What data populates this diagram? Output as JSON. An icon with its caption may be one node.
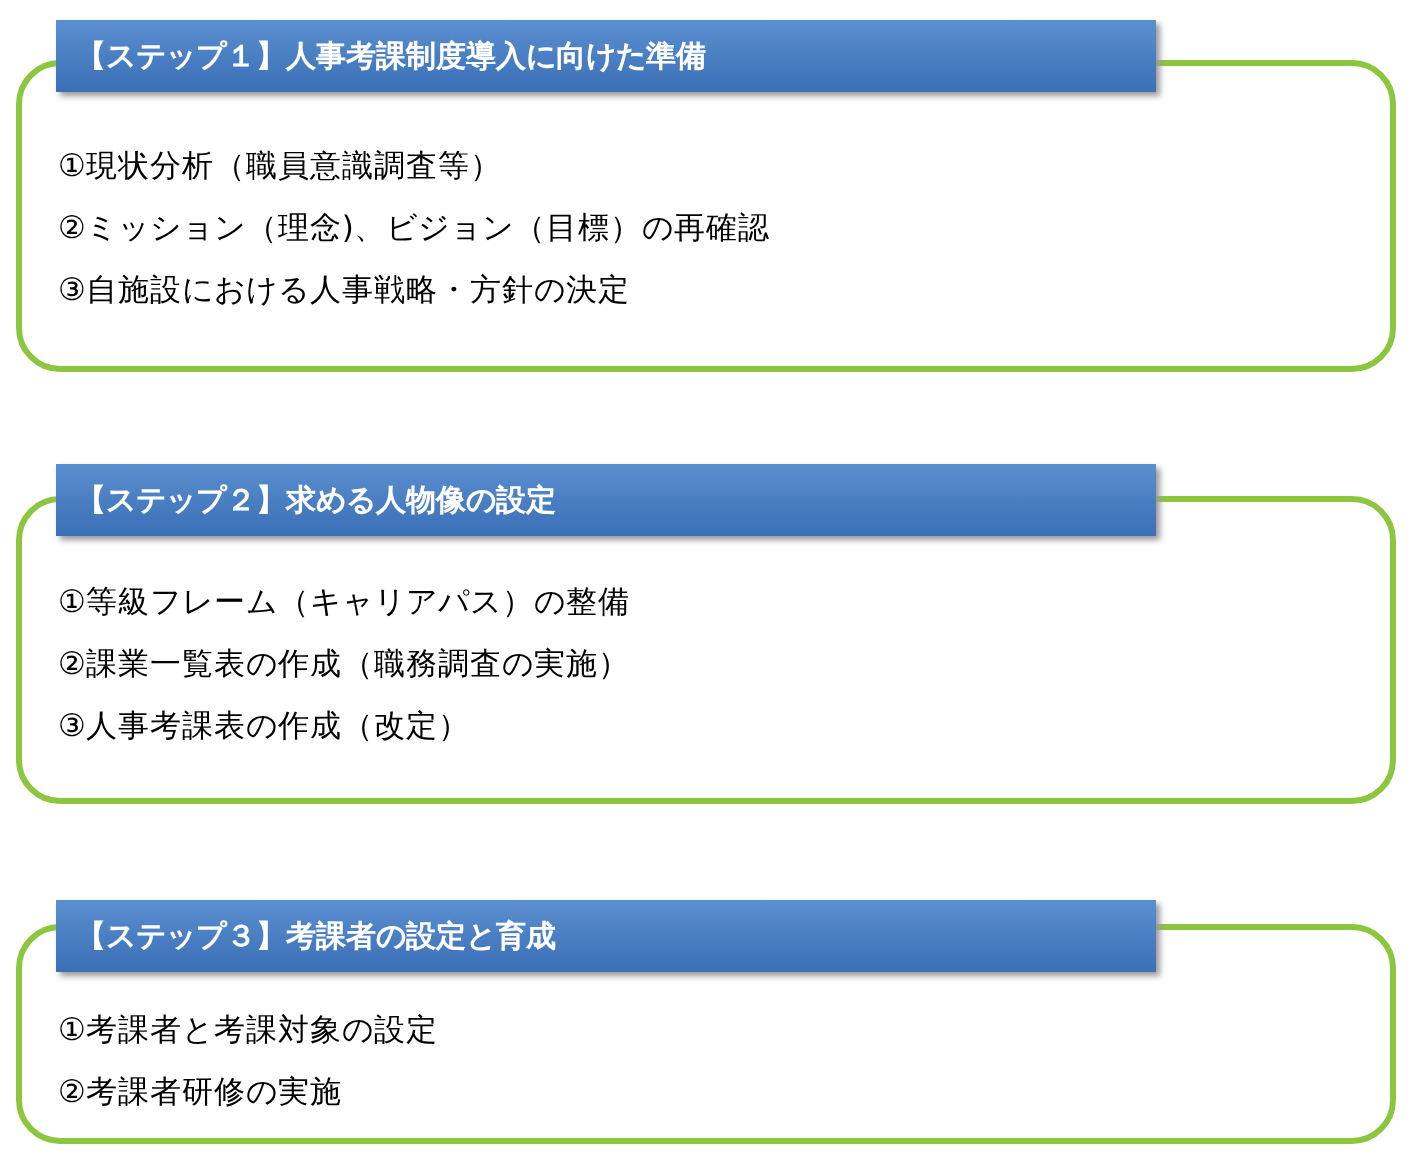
{
  "diagram": {
    "nodes": [
      {
        "text": [
          "【ステップ１】人事考課制度導入に向けた準備"
        ]
      },
      {
        "text": [
          "①現状分析（職員意識調査等）",
          "②ミッション（理念)、ビジョン（目標）の再確認",
          "③自施設における人事戦略・方針の決定"
        ]
      },
      {
        "text": [
          "【ステップ２】求める人物像の設定"
        ]
      },
      {
        "text": [
          "①等級フレーム（キャリアパス）の整備",
          "②課業一覧表の作成（職務調査の実施）",
          "③人事考課表の作成（改定）"
        ]
      },
      {
        "text": [
          "【ステップ３】考課者の設定と育成"
        ]
      },
      {
        "text": [
          "①考課者と考課対象の設定",
          "②考課者研修の実施"
        ]
      }
    ]
  }
}
